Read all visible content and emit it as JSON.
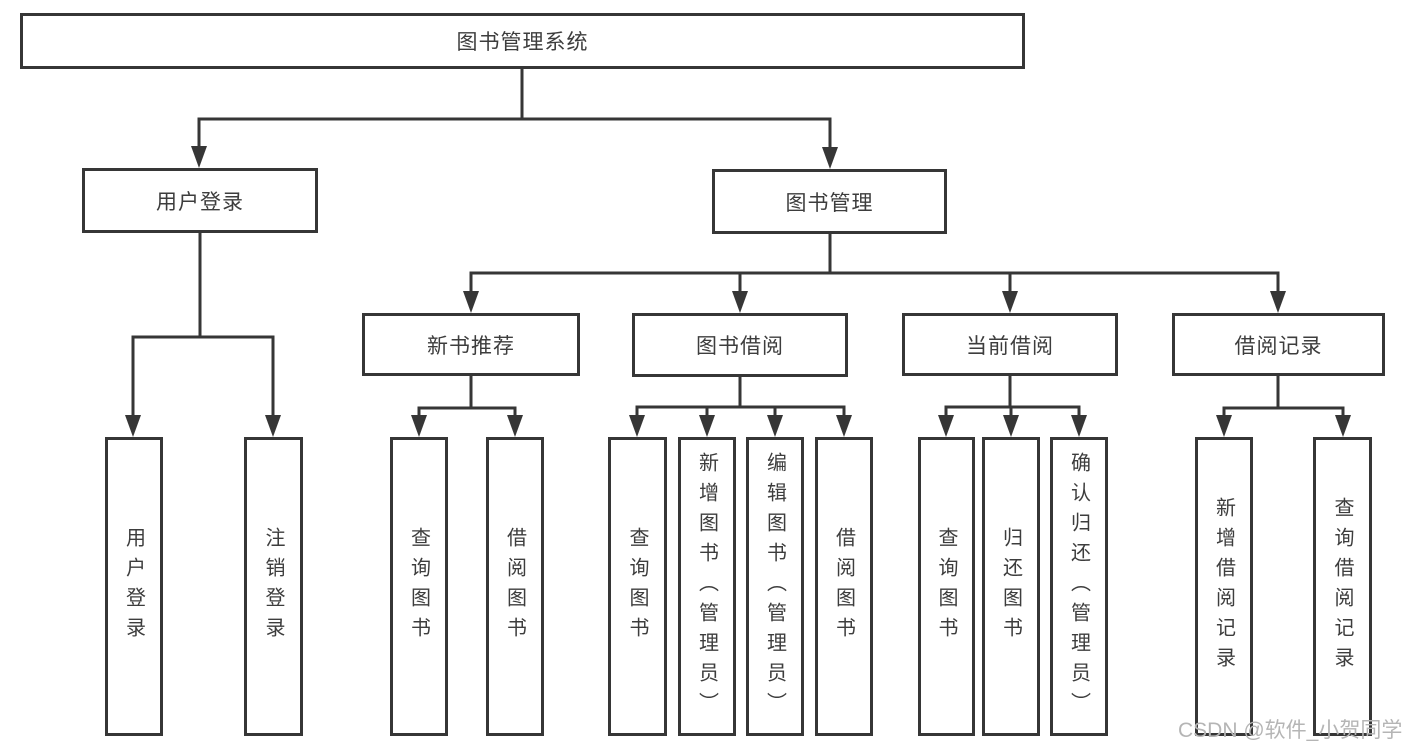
{
  "diagram": {
    "root": {
      "label": "图书管理系统"
    },
    "level1": [
      {
        "label": "用户登录"
      },
      {
        "label": "图书管理"
      }
    ],
    "level2": [
      {
        "label": "新书推荐"
      },
      {
        "label": "图书借阅"
      },
      {
        "label": "当前借阅"
      },
      {
        "label": "借阅记录"
      }
    ],
    "leaves": {
      "user_login": [
        "用户登录",
        "注销登录"
      ],
      "new_book": [
        "查询图书",
        "借阅图书"
      ],
      "book_borrow": [
        "查询图书",
        "新增图书（管理员）",
        "编辑图书（管理员）",
        "借阅图书"
      ],
      "current_borrow": [
        "查询图书",
        "归还图书",
        "确认归还（管理员）"
      ],
      "borrow_record": [
        "新增借阅记录",
        "查询借阅记录"
      ]
    },
    "colors": {
      "line": "#363636",
      "text": "#3d3d3d",
      "node_background": "#ffffff",
      "watermark": "#b5b5b5"
    }
  },
  "watermark": {
    "text": "CSDN @软件_小贺同学"
  }
}
